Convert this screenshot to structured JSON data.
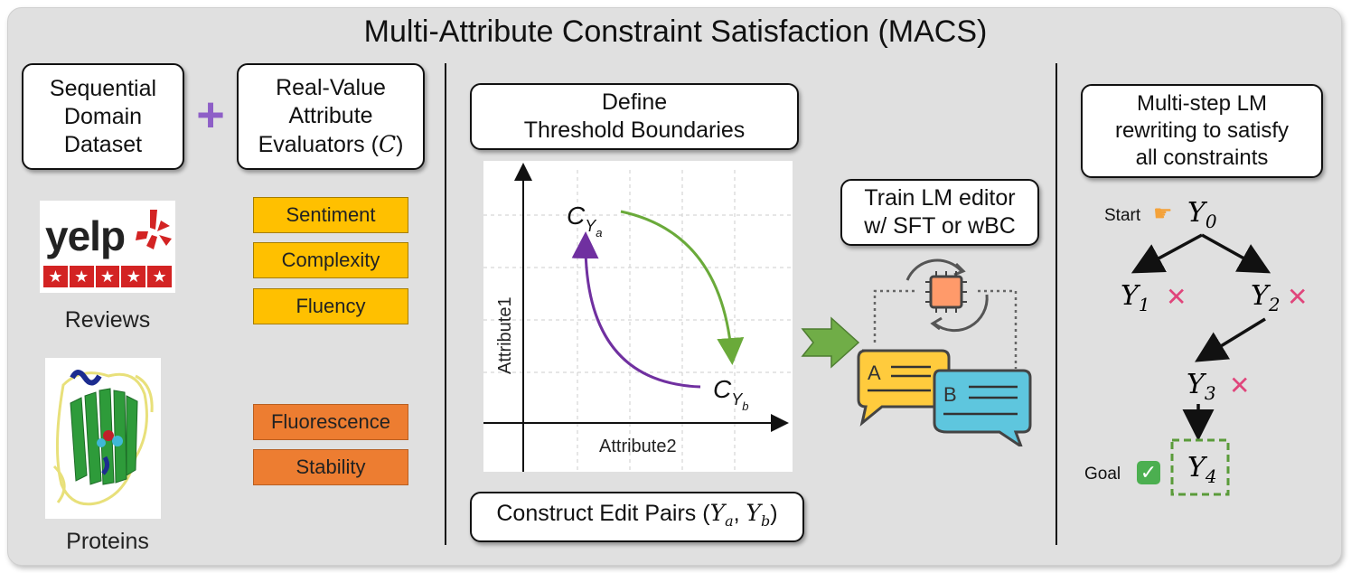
{
  "title": "Multi-Attribute Constraint Satisfaction (MACS)",
  "left": {
    "dataset_box": "Sequential\nDomain\nDataset",
    "plus_symbol": "+",
    "evaluators_box_text": "Real-Value\nAttribute\nEvaluators (",
    "evaluators_symbol": "C",
    "evaluators_close": ")",
    "yelp_logo": "yelp",
    "reviews_label": "Reviews",
    "proteins_label": "Proteins",
    "review_attributes": [
      "Sentiment",
      "Complexity",
      "Fluency"
    ],
    "protein_attributes": [
      "Fluorescence",
      "Stability"
    ]
  },
  "middle": {
    "threshold_box": "Define\nThreshold Boundaries",
    "x_axis_label": "Attribute2",
    "y_axis_label": "Attribute1",
    "point_a_main": "C",
    "point_a_sub": "Y",
    "point_a_subsub": "a",
    "point_b_main": "C",
    "point_b_sub": "Y",
    "point_b_subsub": "b",
    "edit_pairs_text": "Construct Edit Pairs (",
    "edit_pairs_a": "Y",
    "edit_pairs_a_sub": "a",
    "edit_pairs_b": "Y",
    "edit_pairs_b_sub": "b",
    "edit_pairs_close": ")",
    "train_box": "Train LM editor\nw/ SFT or wBC",
    "bubble_a": "A",
    "bubble_b": "B"
  },
  "right": {
    "rewrite_box": "Multi-step LM\nrewriting to satisfy\nall constraints",
    "start_label": "Start",
    "goal_label": "Goal",
    "nodes": [
      {
        "sym": "Y",
        "sub": "0"
      },
      {
        "sym": "Y",
        "sub": "1"
      },
      {
        "sym": "Y",
        "sub": "2"
      },
      {
        "sym": "Y",
        "sub": "3"
      },
      {
        "sym": "Y",
        "sub": "4"
      }
    ],
    "fail_mark": "✕",
    "success_mark": "✓"
  },
  "colors": {
    "panel": "#e0e0e0",
    "gold": "#ffc000",
    "orange": "#ed7d31",
    "green_arrow": "#6aaa3a",
    "purple_arrow": "#7030a0",
    "plus": "#8e5fc7",
    "cross": "#e0457b",
    "yelp_red": "#d32323"
  }
}
